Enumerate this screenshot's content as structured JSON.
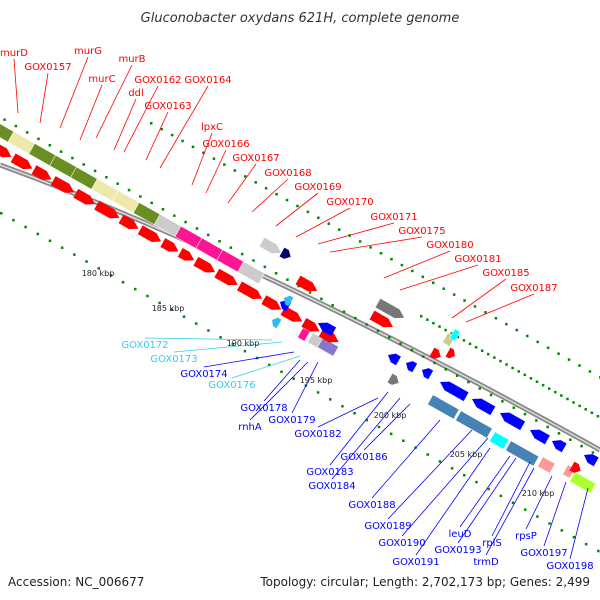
{
  "title": "Gluconobacter oxydans 621H, complete genome",
  "footer": {
    "accession": "Accession: NC_006677",
    "topology": "Topology: circular; Length: 2,702,173 bp; Genes: 2,499"
  },
  "colors": {
    "forward": "#ff0000",
    "reverse": "#0000ff",
    "cyan_label": "#33ccee",
    "backbone": "#888888",
    "tick": "#008800",
    "cog_olive": "#6b8e23",
    "cog_khaki": "#eee8aa",
    "cog_pink": "#ff1493",
    "cog_grey": "#cccccc",
    "cog_steel": "#4682b4",
    "cog_cyan": "#00ffff",
    "cog_lime": "#adff2f",
    "cog_rose": "#ff9999"
  },
  "scale_ticks": [
    {
      "label": "180 kbp",
      "kbp": 180
    },
    {
      "label": "185 kbp",
      "kbp": 185
    },
    {
      "label": "190 kbp",
      "kbp": 190
    },
    {
      "label": "195 kbp",
      "kbp": 195
    },
    {
      "label": "200 kbp",
      "kbp": 200
    },
    {
      "label": "205 kbp",
      "kbp": 205
    },
    {
      "label": "210 kbp",
      "kbp": 210
    }
  ],
  "forward_labels": [
    "murD",
    "GOX0157",
    "murG",
    "murB",
    "murC",
    "ddl",
    "GOX0162",
    "GOX0164",
    "GOX0163",
    "lpxC",
    "GOX0166",
    "GOX0167",
    "GOX0168",
    "GOX0169",
    "GOX0170",
    "GOX0171",
    "GOX0175",
    "GOX0180",
    "GOX0181",
    "GOX0185",
    "GOX0187"
  ],
  "reverse_labels": [
    "GOX0172",
    "GOX0173",
    "GOX0174",
    "GOX0176",
    "GOX0178",
    "rnhA",
    "GOX0179",
    "GOX0182",
    "GOX0183",
    "GOX0184",
    "GOX0186",
    "GOX0188",
    "GOX0189",
    "GOX0190",
    "GOX0191",
    "leuD",
    "GOX0193",
    "rplS",
    "trmD",
    "rpsP",
    "GOX0197",
    "GOX0198"
  ]
}
